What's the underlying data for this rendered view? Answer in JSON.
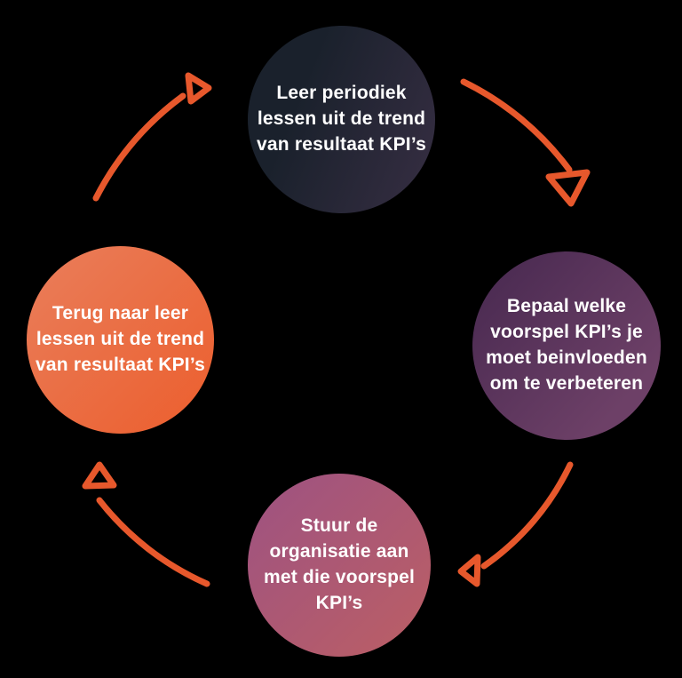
{
  "diagram_type": "cycle",
  "colors": {
    "bg": "#000000",
    "arrow": "#e7582c",
    "text": "#ffffff",
    "c1a": "#1a212c",
    "c1b": "#372e43",
    "c2a": "#46284f",
    "c2b": "#6d4067",
    "c3a": "#9d5282",
    "c3b": "#bc5f64",
    "c4a": "#e97e5b",
    "c4b": "#ec5e2d"
  },
  "steps": [
    {
      "id": "leer-periodiek",
      "position": "top",
      "lines": [
        "Leer periodiek",
        "lessen uit de trend",
        "van resultaat KPI’s"
      ]
    },
    {
      "id": "bepaal-welke",
      "position": "right",
      "lines": [
        "Bepaal welke",
        "voorspel KPI’s je",
        "moet beinvloeden",
        "om te verbeteren"
      ]
    },
    {
      "id": "stuur-organisatie",
      "position": "bottom",
      "lines": [
        "Stuur de",
        "organisatie aan",
        "met die voorspel",
        "KPI’s"
      ]
    },
    {
      "id": "terug-naar-leer",
      "position": "left",
      "lines": [
        "Terug naar leer",
        "lessen uit de trend",
        "van resultaat KPI’s"
      ]
    }
  ],
  "arrows": [
    {
      "from": "leer-periodiek",
      "to": "bepaal-welke"
    },
    {
      "from": "bepaal-welke",
      "to": "stuur-organisatie"
    },
    {
      "from": "stuur-organisatie",
      "to": "terug-naar-leer"
    },
    {
      "from": "terug-naar-leer",
      "to": "leer-periodiek"
    }
  ]
}
